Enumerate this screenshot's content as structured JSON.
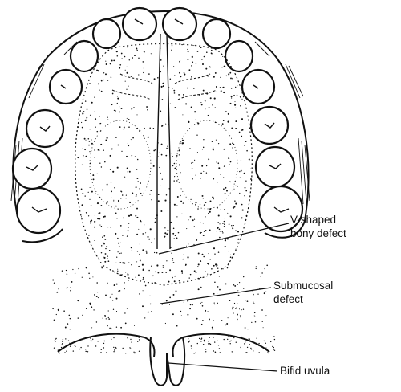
{
  "diagram": {
    "ink_color": "#111111",
    "background_color": "#ffffff",
    "labels": {
      "v_shaped_line1": "V-shaped",
      "v_shaped_line2": "bony defect",
      "submucosal_line1": "Submucosal",
      "submucosal_line2": "defect",
      "bifid_uvula": "Bifid uvula"
    }
  }
}
